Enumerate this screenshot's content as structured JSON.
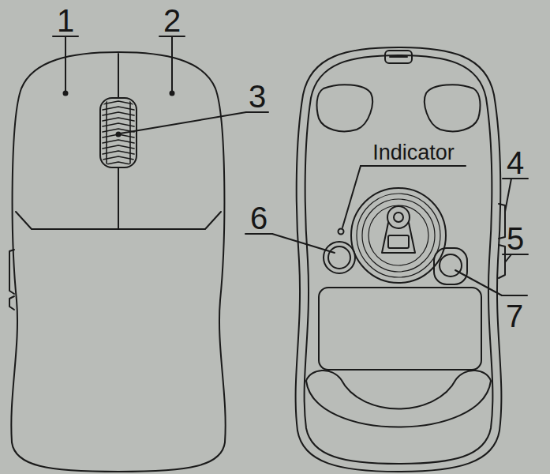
{
  "diagram": {
    "labels": [
      "1",
      "2",
      "3",
      "Indicator",
      "4",
      "6",
      "5",
      "7"
    ]
  }
}
